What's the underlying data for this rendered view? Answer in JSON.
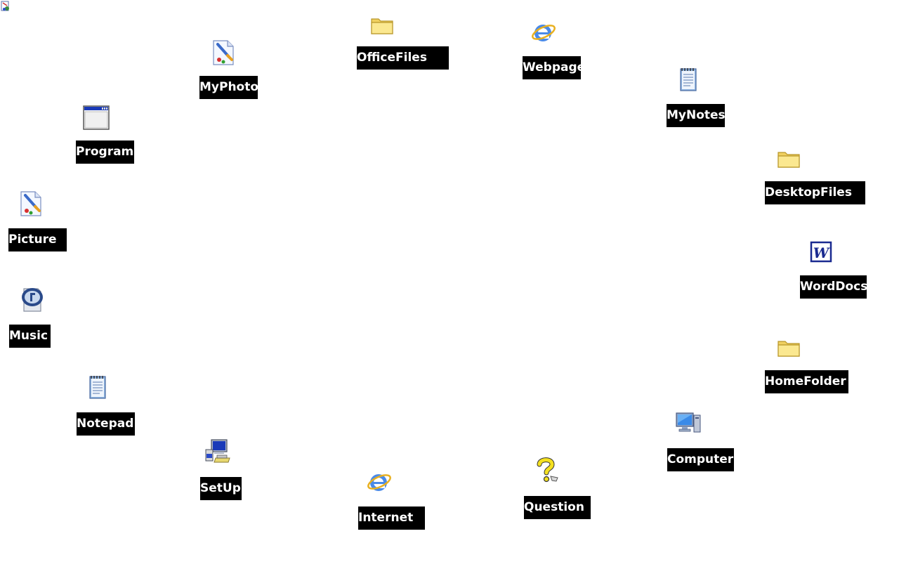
{
  "desktop": {
    "icons": [
      {
        "label": "MyPhoto",
        "icon": "paint-file-icon"
      },
      {
        "label": "OfficeFiles",
        "icon": "folder-icon"
      },
      {
        "label": "Webpage",
        "icon": "internet-explorer-icon"
      },
      {
        "label": "MyNotes",
        "icon": "notepad-icon"
      },
      {
        "label": "Program",
        "icon": "program-window-icon"
      },
      {
        "label": "DesktopFiles",
        "icon": "folder-icon"
      },
      {
        "label": "Picture",
        "icon": "paint-file-icon"
      },
      {
        "label": "WordDocs",
        "icon": "word-document-icon"
      },
      {
        "label": "Music",
        "icon": "media-player-icon"
      },
      {
        "label": "HomeFolder",
        "icon": "folder-icon"
      },
      {
        "label": "Notepad",
        "icon": "notepad-icon"
      },
      {
        "label": "Computer",
        "icon": "computer-icon"
      },
      {
        "label": "SetUp",
        "icon": "setup-icon"
      },
      {
        "label": "Question",
        "icon": "help-question-icon"
      },
      {
        "label": "Internet",
        "icon": "internet-explorer-icon"
      }
    ]
  }
}
